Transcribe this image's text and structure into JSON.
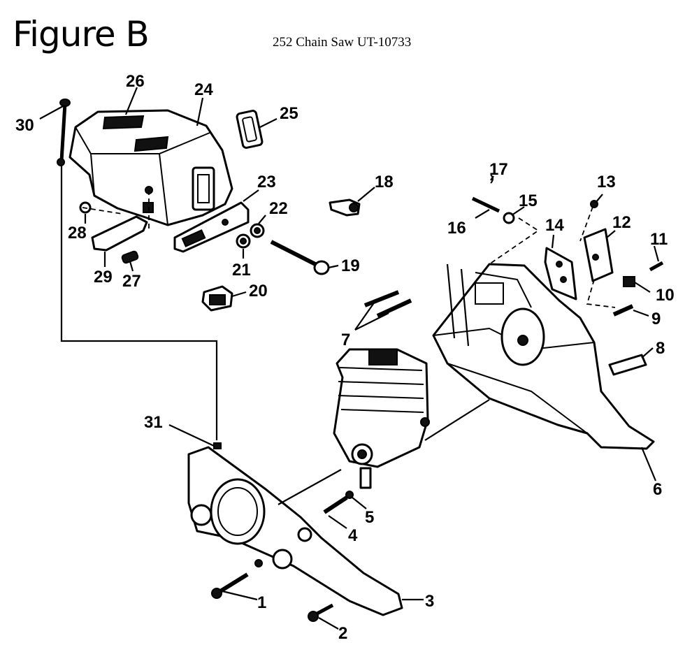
{
  "figure": {
    "title": "Figure B",
    "subtitle": "252 Chain Saw UT-10733"
  },
  "callouts": {
    "c1": "1",
    "c2": "2",
    "c3": "3",
    "c4": "4",
    "c5": "5",
    "c6": "6",
    "c7": "7",
    "c8": "8",
    "c9": "9",
    "c10": "10",
    "c11": "11",
    "c12": "12",
    "c13": "13",
    "c14": "14",
    "c15": "15",
    "c16": "16",
    "c17": "17",
    "c18": "18",
    "c19": "19",
    "c20": "20",
    "c21": "21",
    "c22": "22",
    "c23": "23",
    "c24": "24",
    "c25": "25",
    "c26": "26",
    "c27": "27",
    "c28": "28",
    "c29": "29",
    "c30": "30",
    "c31": "31"
  }
}
